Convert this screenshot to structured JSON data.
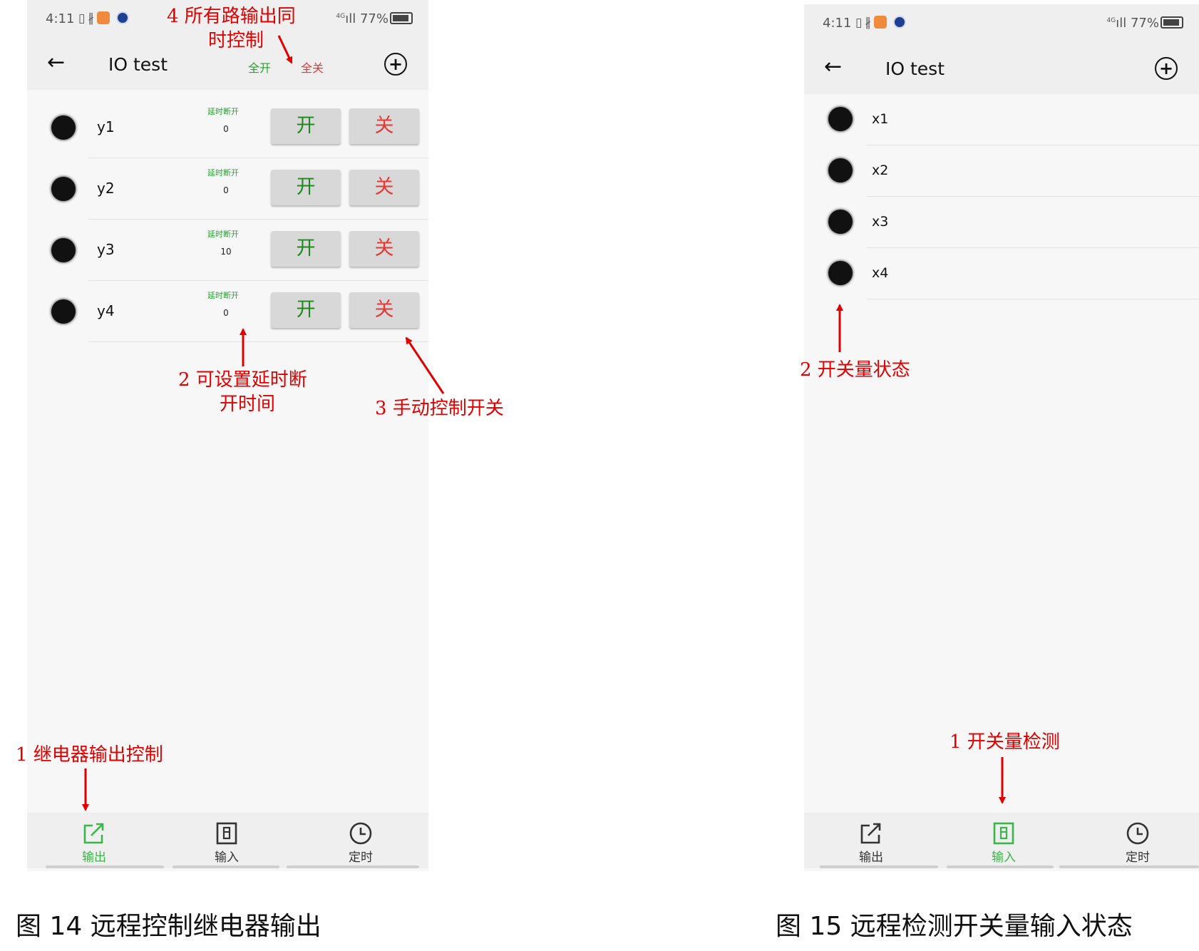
{
  "left_screen": {
    "status": {
      "time": "4:11",
      "network": "4G",
      "battery": "77%"
    },
    "app_title": "IO test",
    "all_on_label": "全开",
    "all_off_label": "全关",
    "delay_label": "延时断开",
    "on_label": "开",
    "off_label": "关",
    "outputs": [
      {
        "name": "y1",
        "delay": "0"
      },
      {
        "name": "y2",
        "delay": "0"
      },
      {
        "name": "y3",
        "delay": "10"
      },
      {
        "name": "y4",
        "delay": "0"
      }
    ],
    "tabs": [
      {
        "label": "输出",
        "icon": "export-icon",
        "active": true
      },
      {
        "label": "输入",
        "icon": "input-panel-icon",
        "active": false
      },
      {
        "label": "定时",
        "icon": "clock-icon",
        "active": false
      }
    ]
  },
  "right_screen": {
    "status": {
      "time": "4:11",
      "network": "4G",
      "battery": "77%"
    },
    "app_title": "IO test",
    "inputs": [
      {
        "name": "x1"
      },
      {
        "name": "x2"
      },
      {
        "name": "x3"
      },
      {
        "name": "x4"
      }
    ],
    "tabs": [
      {
        "label": "输出",
        "icon": "export-icon",
        "active": false
      },
      {
        "label": "输入",
        "icon": "input-panel-icon",
        "active": true
      },
      {
        "label": "定时",
        "icon": "clock-icon",
        "active": false
      }
    ]
  },
  "annotations": {
    "left_4_line1": "4  所有路输出同",
    "left_4_line2": "时控制",
    "left_2_line1": "2  可设置延时断",
    "left_2_line2": "开时间",
    "left_3": "3  手动控制开关",
    "left_1": "1  继电器输出控制",
    "right_2": "2  开关量状态",
    "right_1": "1  开关量检测"
  },
  "captions": {
    "fig14": "图 14  远程控制继电器输出",
    "fig15": "图 15  远程检测开关量输入状态"
  },
  "colors": {
    "accent_green": "#3ab54a",
    "on_green": "#1e8a1e",
    "off_red": "#e53935",
    "annotation_red": "#e00000"
  }
}
